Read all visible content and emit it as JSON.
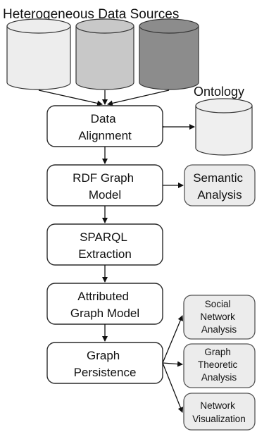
{
  "title": "Heterogeneous Data Sources",
  "ontology_label": "Ontology",
  "colors": {
    "box_fill": "#ffffff",
    "box_stroke": "#2a2a2a",
    "side_box_fill": "#ececec",
    "cylinder_1": "#ededed",
    "cylinder_2": "#c8c8c8",
    "cylinder_3": "#8c8c8c",
    "ontology_cylinder": "#efefef"
  },
  "pipeline": [
    {
      "key": "data_alignment",
      "lines": [
        "Data",
        "Alignment"
      ]
    },
    {
      "key": "rdf_graph_model",
      "lines": [
        "RDF Graph",
        "Model"
      ]
    },
    {
      "key": "sparql_extraction",
      "lines": [
        "SPARQL",
        "Extraction"
      ]
    },
    {
      "key": "attributed_graph_model",
      "lines": [
        "Attributed",
        "Graph Model"
      ]
    },
    {
      "key": "graph_persistence",
      "lines": [
        "Graph",
        "Persistence"
      ]
    }
  ],
  "side_boxes": {
    "semantic_analysis": {
      "lines": [
        "Semantic",
        "Analysis"
      ]
    },
    "social_network_analysis": {
      "lines": [
        "Social",
        "Network",
        "Analysis"
      ]
    },
    "graph_theoretic_analysis": {
      "lines": [
        "Graph",
        "Theoretic",
        "Analysis"
      ]
    },
    "network_visualization": {
      "lines": [
        "Network",
        "Visualization"
      ]
    }
  }
}
